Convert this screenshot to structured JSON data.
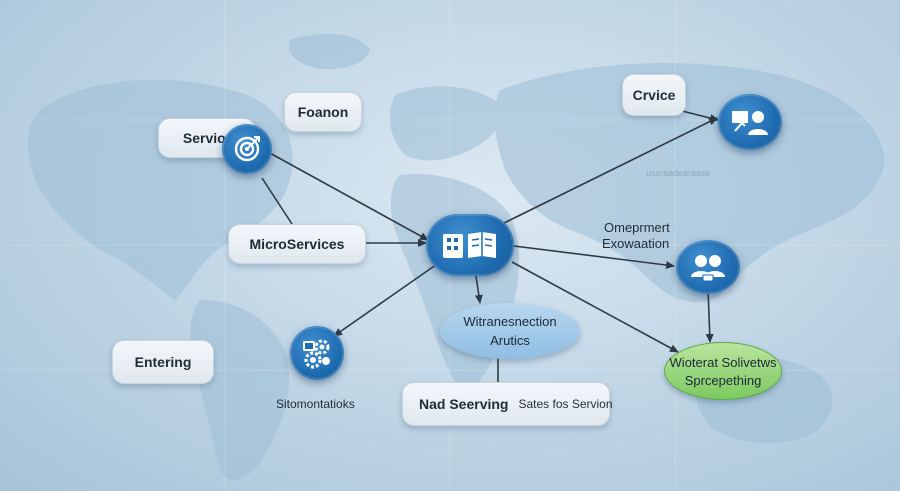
{
  "nodes": {
    "servior": "Servior",
    "foanon": "Foanon",
    "crvice": "Crvice",
    "microservices": "MicroServices",
    "omeprmert": "Omeprmert",
    "exowaation": "Exowaation",
    "witranes_line1": "Witranesnection",
    "witranes_line2": "Arutics",
    "entering": "Entering",
    "sitomontatioks": "Sitomontatioks",
    "nad_seerving": "Nad Seerving",
    "sates": "Sates fos Servion",
    "wioterat_line1": "Wioterat Solivetws",
    "wioterat_line2": "Sprcepething",
    "faint_caption": "ussraadearaase"
  },
  "icons": {
    "target": "target-icon",
    "hub": "building-document-icon",
    "team": "team-icon",
    "people": "people-icon",
    "gears": "gears-icon"
  },
  "colors": {
    "node_blue": "#1f6bb0",
    "arrow": "#2e3a44",
    "green": "#7cc960",
    "light_blue": "#8fbde2"
  }
}
